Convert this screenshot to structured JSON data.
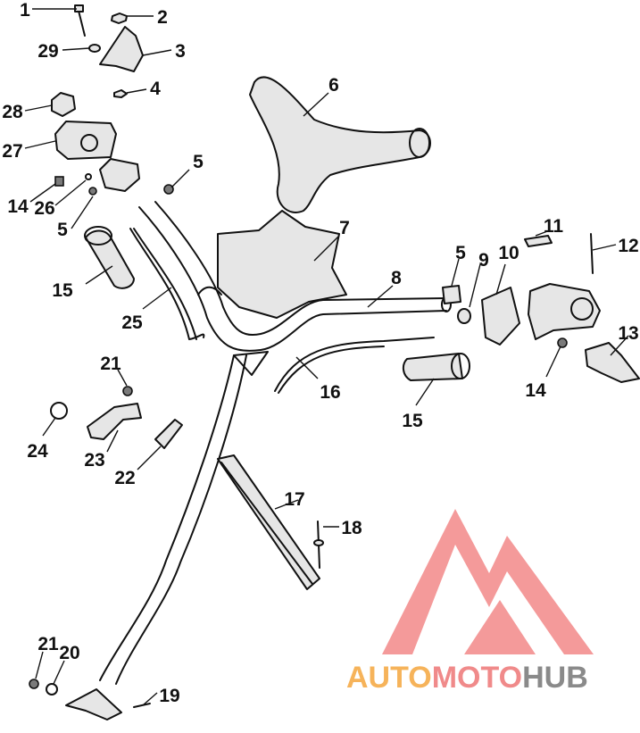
{
  "callouts": [
    "1",
    "2",
    "29",
    "3",
    "4",
    "28",
    "27",
    "5",
    "14",
    "26",
    "6",
    "7",
    "5",
    "15",
    "25",
    "11",
    "12",
    "5",
    "9",
    "10",
    "8",
    "13",
    "14",
    "21",
    "16",
    "15",
    "24",
    "23",
    "22",
    "17",
    "18",
    "21",
    "20",
    "19"
  ],
  "watermark": {
    "brand_part1": "AUTO",
    "brand_part2": "MOTO",
    "brand_part3": "HUB",
    "color_part1": "#f6b35a",
    "color_part2": "#f08a8a",
    "color_part3": "#8a8a8a",
    "logo_color": "#f07878"
  }
}
